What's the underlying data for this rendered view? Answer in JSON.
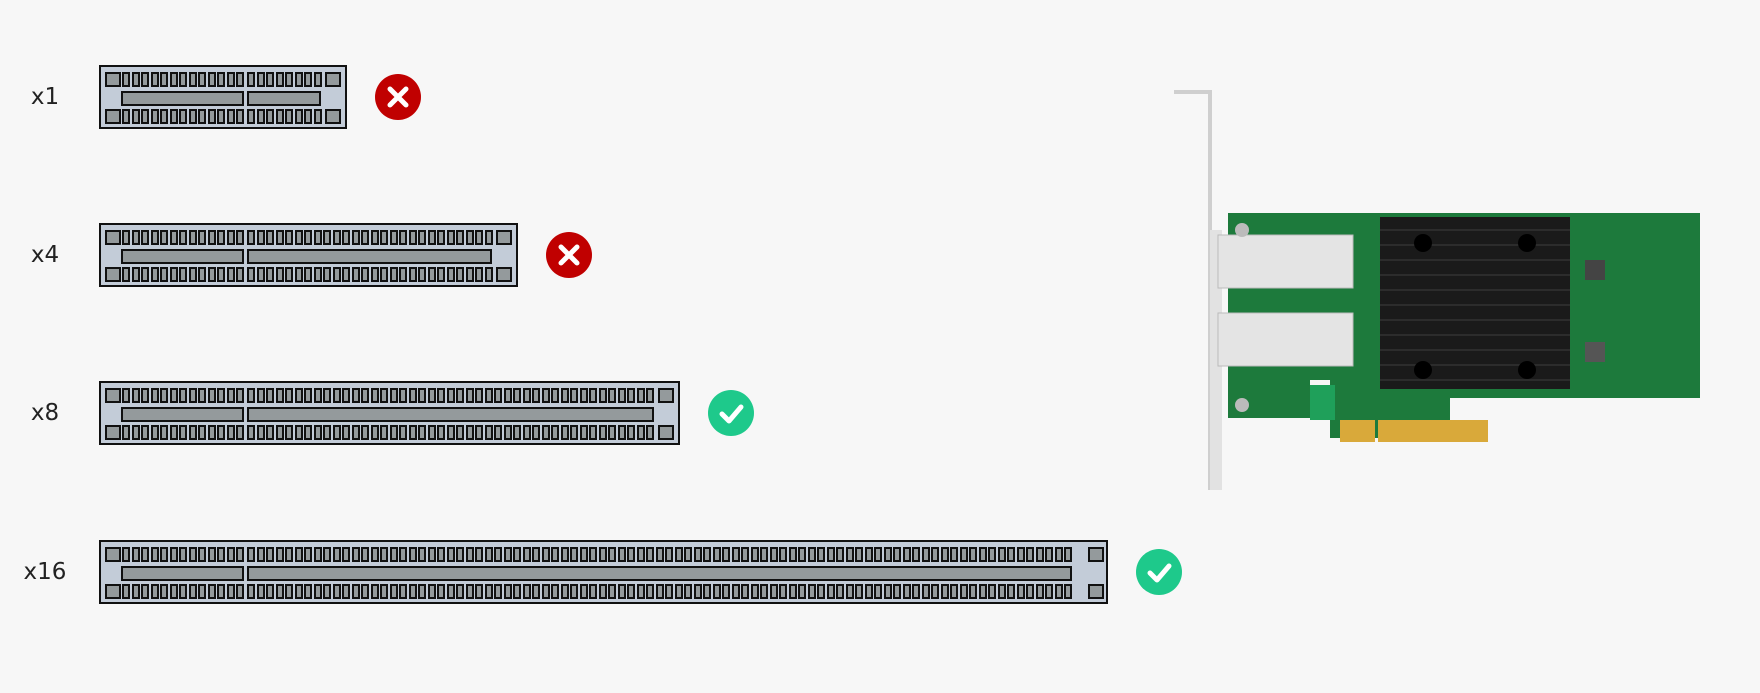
{
  "colors": {
    "fail": "#c00000",
    "pass": "#1ec98b",
    "slot_fill": "#c3ccd8",
    "pin_fill": "#949a9c",
    "pcb": "#1d7a3c",
    "heatsink": "#1a1a1a",
    "gold": "#d9a93a"
  },
  "lanes": [
    {
      "label": "x1",
      "status": "incompatible",
      "icon": "x-circle-icon",
      "pins_right": 8
    },
    {
      "label": "x4",
      "status": "incompatible",
      "icon": "x-circle-icon",
      "pins_right": 26
    },
    {
      "label": "x8",
      "status": "compatible",
      "icon": "check-circle-icon",
      "pins_right": 43
    },
    {
      "label": "x16",
      "status": "compatible",
      "icon": "check-circle-icon",
      "pins_right": 87
    }
  ],
  "card": {
    "type": "PCIe x8 dual-port SFP+ network card",
    "icon": "network-card-image"
  }
}
